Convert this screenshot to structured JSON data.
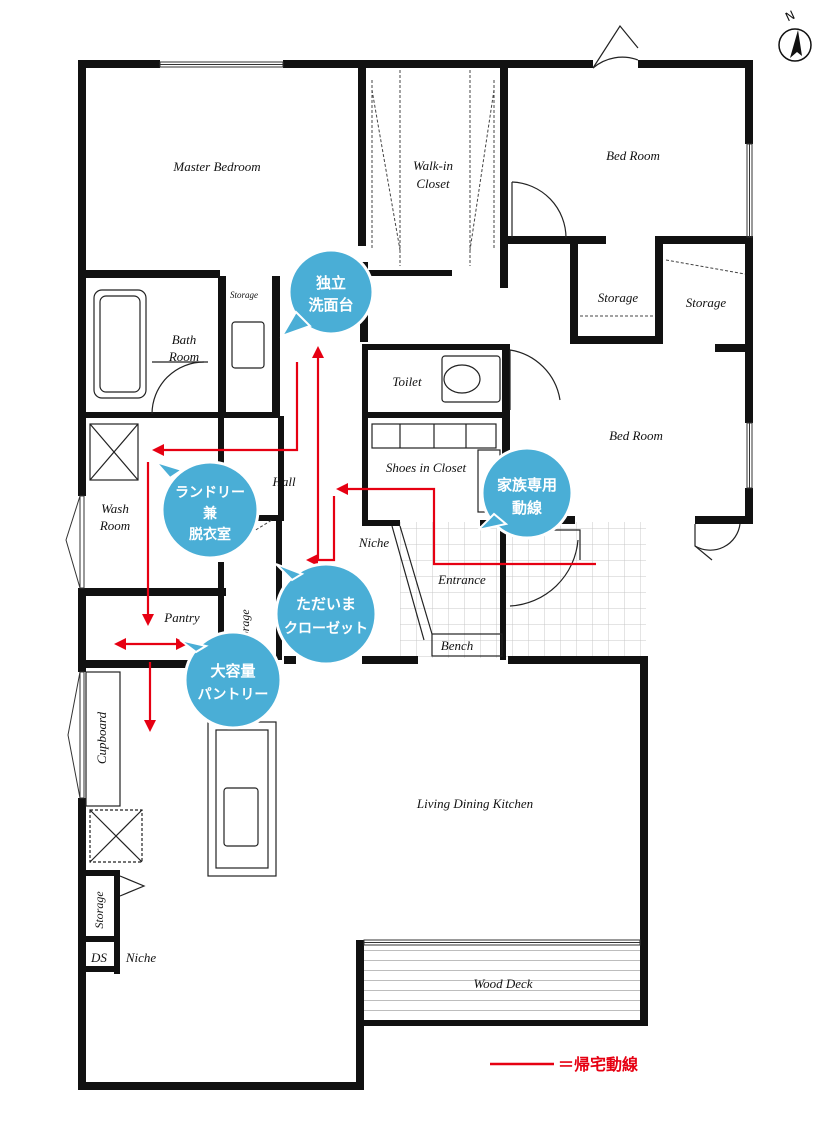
{
  "rooms": {
    "master_bedroom": "Master Bedroom",
    "walk_in_1": "Walk-in",
    "walk_in_2": "Closet",
    "bed_room_north": "Bed Room",
    "bed_room_east": "Bed Room",
    "storage_small": "Storage",
    "storage_mid": "Storage",
    "storage_east": "Storage",
    "bath_1": "Bath",
    "bath_2": "Room",
    "toilet": "Toilet",
    "shoes_in_closet": "Shoes in Closet",
    "hall": "Hall",
    "wash_1": "Wash",
    "wash_2": "Room",
    "niche_hall": "Niche",
    "entrance": "Entrance",
    "pantry": "Pantry",
    "storage_vertical": "Storage",
    "bench": "Bench",
    "cupboard": "Cupboard",
    "living_dining_kitchen": "Living Dining Kitchen",
    "storage_lower": "Storage",
    "ds": "DS",
    "niche_lower": "Niche",
    "wood_deck": "Wood Deck"
  },
  "callouts": [
    {
      "id": "washstand",
      "lines": [
        "独立",
        "洗面台"
      ]
    },
    {
      "id": "laundry",
      "lines": [
        "ランドリー",
        "兼",
        "脱衣室"
      ]
    },
    {
      "id": "family_route",
      "lines": [
        "家族専用",
        "動線"
      ]
    },
    {
      "id": "welcome_closet",
      "lines": [
        "ただいま",
        "クローゼット"
      ]
    },
    {
      "id": "big_pantry",
      "lines": [
        "大容量",
        "パントリー"
      ]
    }
  ],
  "legend": {
    "label": "＝帰宅動線"
  },
  "compass": {
    "letter": "N"
  },
  "colors": {
    "callout": "#4aaed6",
    "route": "#e60012",
    "wall": "#111111"
  }
}
